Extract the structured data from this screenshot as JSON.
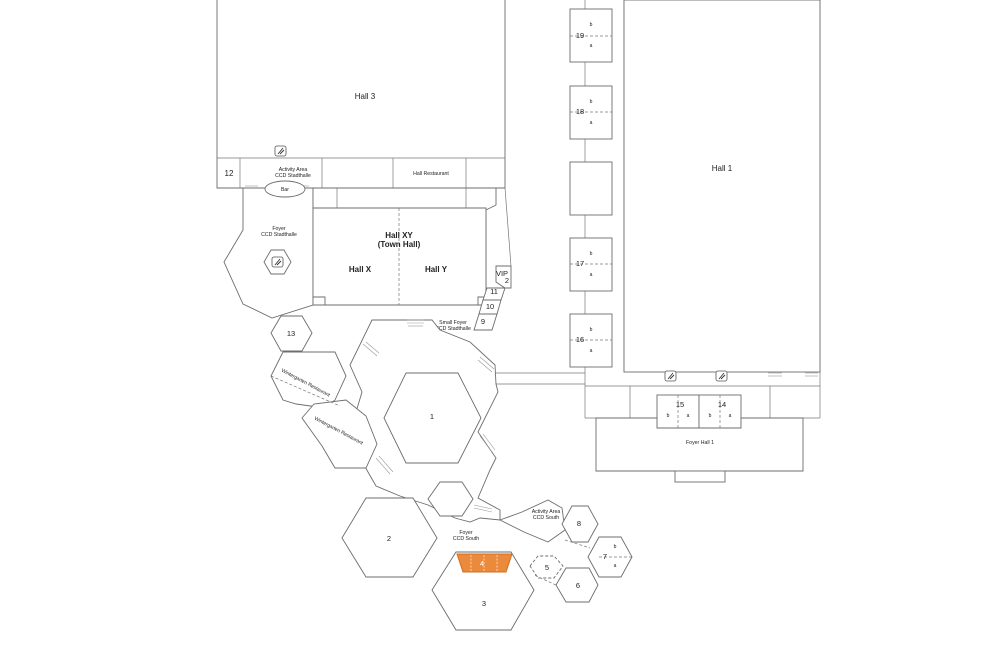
{
  "rooms": {
    "hall3": "Hall 3",
    "hall1": "Hall 1",
    "hall_xy_line1": "Hall XY",
    "hall_xy_line2": "(Town Hall)",
    "hall_x": "Hall X",
    "hall_y": "Hall Y",
    "hall_restaurant": "Hall Restaurant",
    "bar": "Bar",
    "activity_stadthalle_1": "Activity Area",
    "activity_stadthalle_2": "CCD Stadthalle",
    "foyer_stadthalle_1": "Foyer",
    "foyer_stadthalle_2": "CCD Stadthalle",
    "small_foyer_1": "Small Foyer",
    "small_foyer_2": "CCD Stadthalle",
    "wintergarten_1": "Wintergarten Restaurant",
    "wintergarten_2": "Wintergarten Restaurant",
    "foyer_south_1": "Foyer",
    "foyer_south_2": "CCD South",
    "activity_south_1": "Activity Area",
    "activity_south_2": "CCD South",
    "foyer_hall1": "Foyer Hall 1",
    "vip": "VIP",
    "r1": "1",
    "r2": "2",
    "r2b": "2",
    "r3": "3",
    "r4": "4",
    "r5": "5",
    "r6": "6",
    "r7": "7",
    "r8": "8",
    "r9": "9",
    "r10": "10",
    "r11": "11",
    "r12": "12",
    "r13": "13",
    "r14": "14",
    "r15": "15",
    "r16": "16",
    "r17": "17",
    "r18": "18",
    "r19": "19",
    "sub_a": "a",
    "sub_b": "b"
  },
  "highlight": {
    "room": "4",
    "color": "#ec8a3c"
  },
  "icons": [
    "elevator-icon"
  ]
}
